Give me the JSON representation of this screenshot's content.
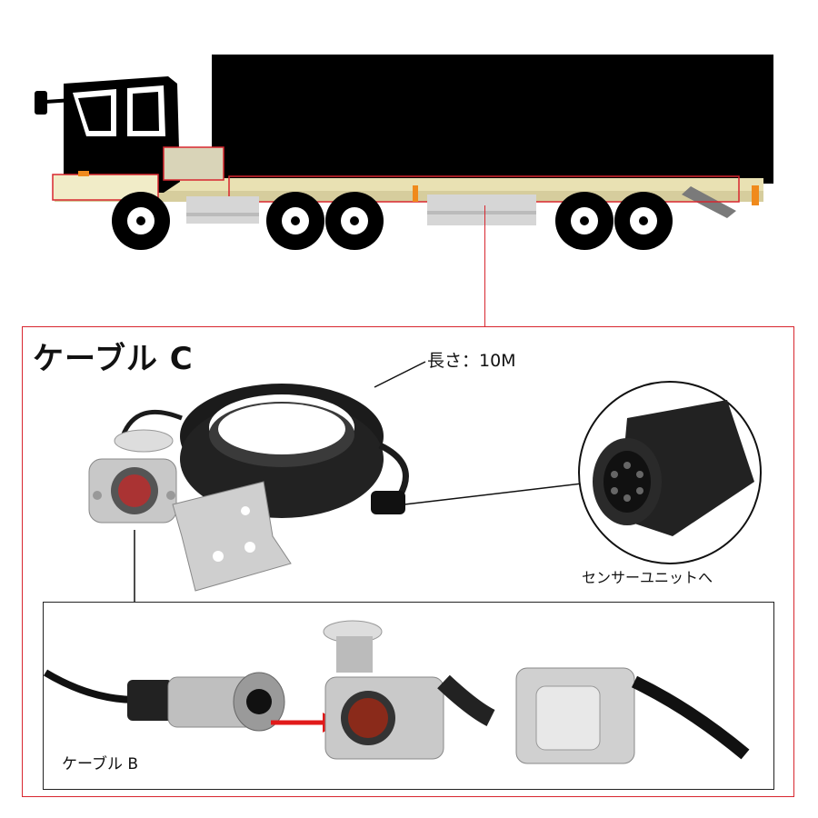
{
  "cable_c": {
    "title": "ケーブル C",
    "length_label": "長さ：10M",
    "sensor_unit_label": "センサーユニットへ"
  },
  "cable_b": {
    "label": "ケーブル B"
  },
  "colors": {
    "highlight_red": "#d8262f",
    "truck_black": "#000000",
    "chassis_tan": "#e8e0b0",
    "arrow_red": "#e11a1a"
  }
}
